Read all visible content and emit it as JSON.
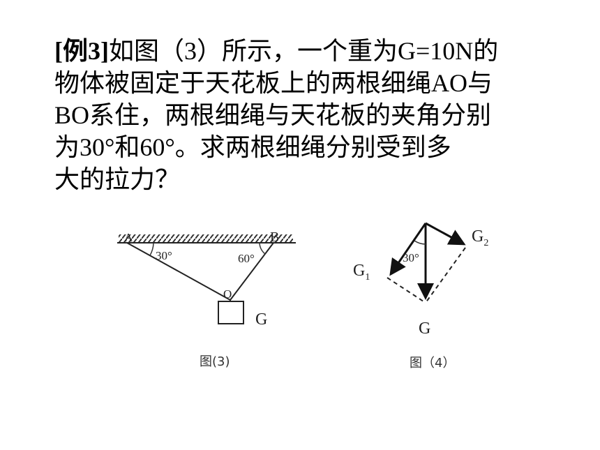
{
  "problem": {
    "tag": "[例3]",
    "line1_rest": "如图（3）所示，一个重为G=10N的",
    "line2": "物体被固定于天花板上的两根细绳AO与",
    "line3": "BO系住，两根细绳与天花板的夹角分别",
    "line4": "为30°和60°。求两根细绳分别受到多",
    "line5": "大的拉力？"
  },
  "figure3": {
    "label_a": "A",
    "label_b": "B",
    "label_o": "O",
    "label_g": "G",
    "angle_a": "30°",
    "angle_b": "60°",
    "caption": "图(3)"
  },
  "figure4": {
    "label_g1": "G",
    "label_g1_sub": "1",
    "label_g2": "G",
    "label_g2_sub": "2",
    "label_g": "G",
    "angle": "30°",
    "caption": "图（4）"
  }
}
